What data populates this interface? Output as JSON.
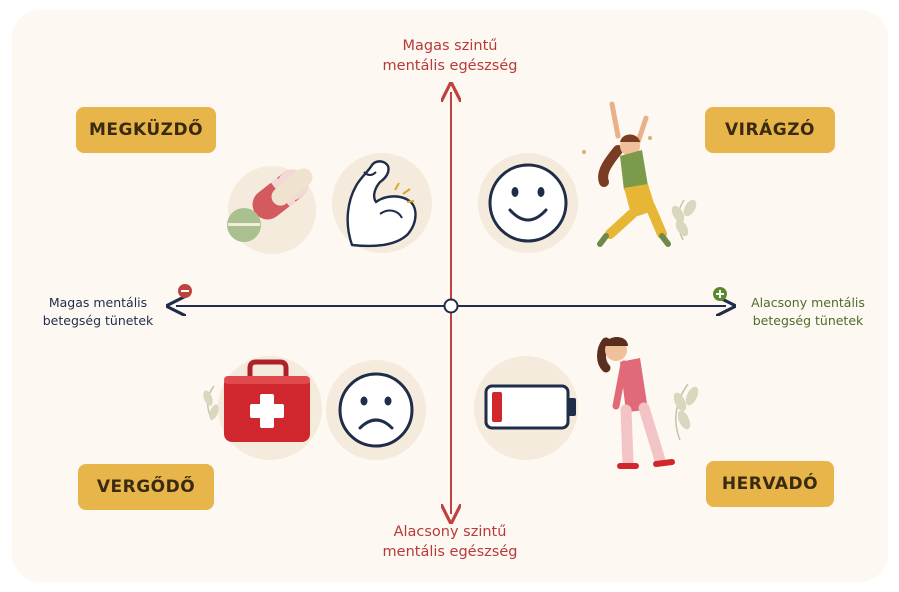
{
  "axes": {
    "top": [
      "Magas szintű",
      "mentális egészség"
    ],
    "bottom": [
      "Alacsony szintű",
      "mentális egészség"
    ],
    "left": [
      "Magas mentális",
      "betegség tünetek"
    ],
    "right": [
      "Alacsony mentális",
      "betegség tünetek"
    ]
  },
  "quadrants": {
    "top_left": "MEGKÜZDŐ",
    "top_right": "VIRÁGZÓ",
    "bottom_left": "VERGŐDŐ",
    "bottom_right": "HERVADÓ"
  },
  "icons": [
    "pills-icon",
    "flexed-arm-icon",
    "smiley-face-icon",
    "jumping-woman-icon",
    "first-aid-kit-icon",
    "sad-face-icon",
    "low-battery-icon",
    "tired-woman-icon"
  ],
  "colors": {
    "vertical_axis": "#c0423e",
    "horizontal_axis": "#1f2d4a",
    "badge": "#e8b54a",
    "minus_marker": "#c0423e",
    "plus_marker": "#5b8a2e"
  }
}
